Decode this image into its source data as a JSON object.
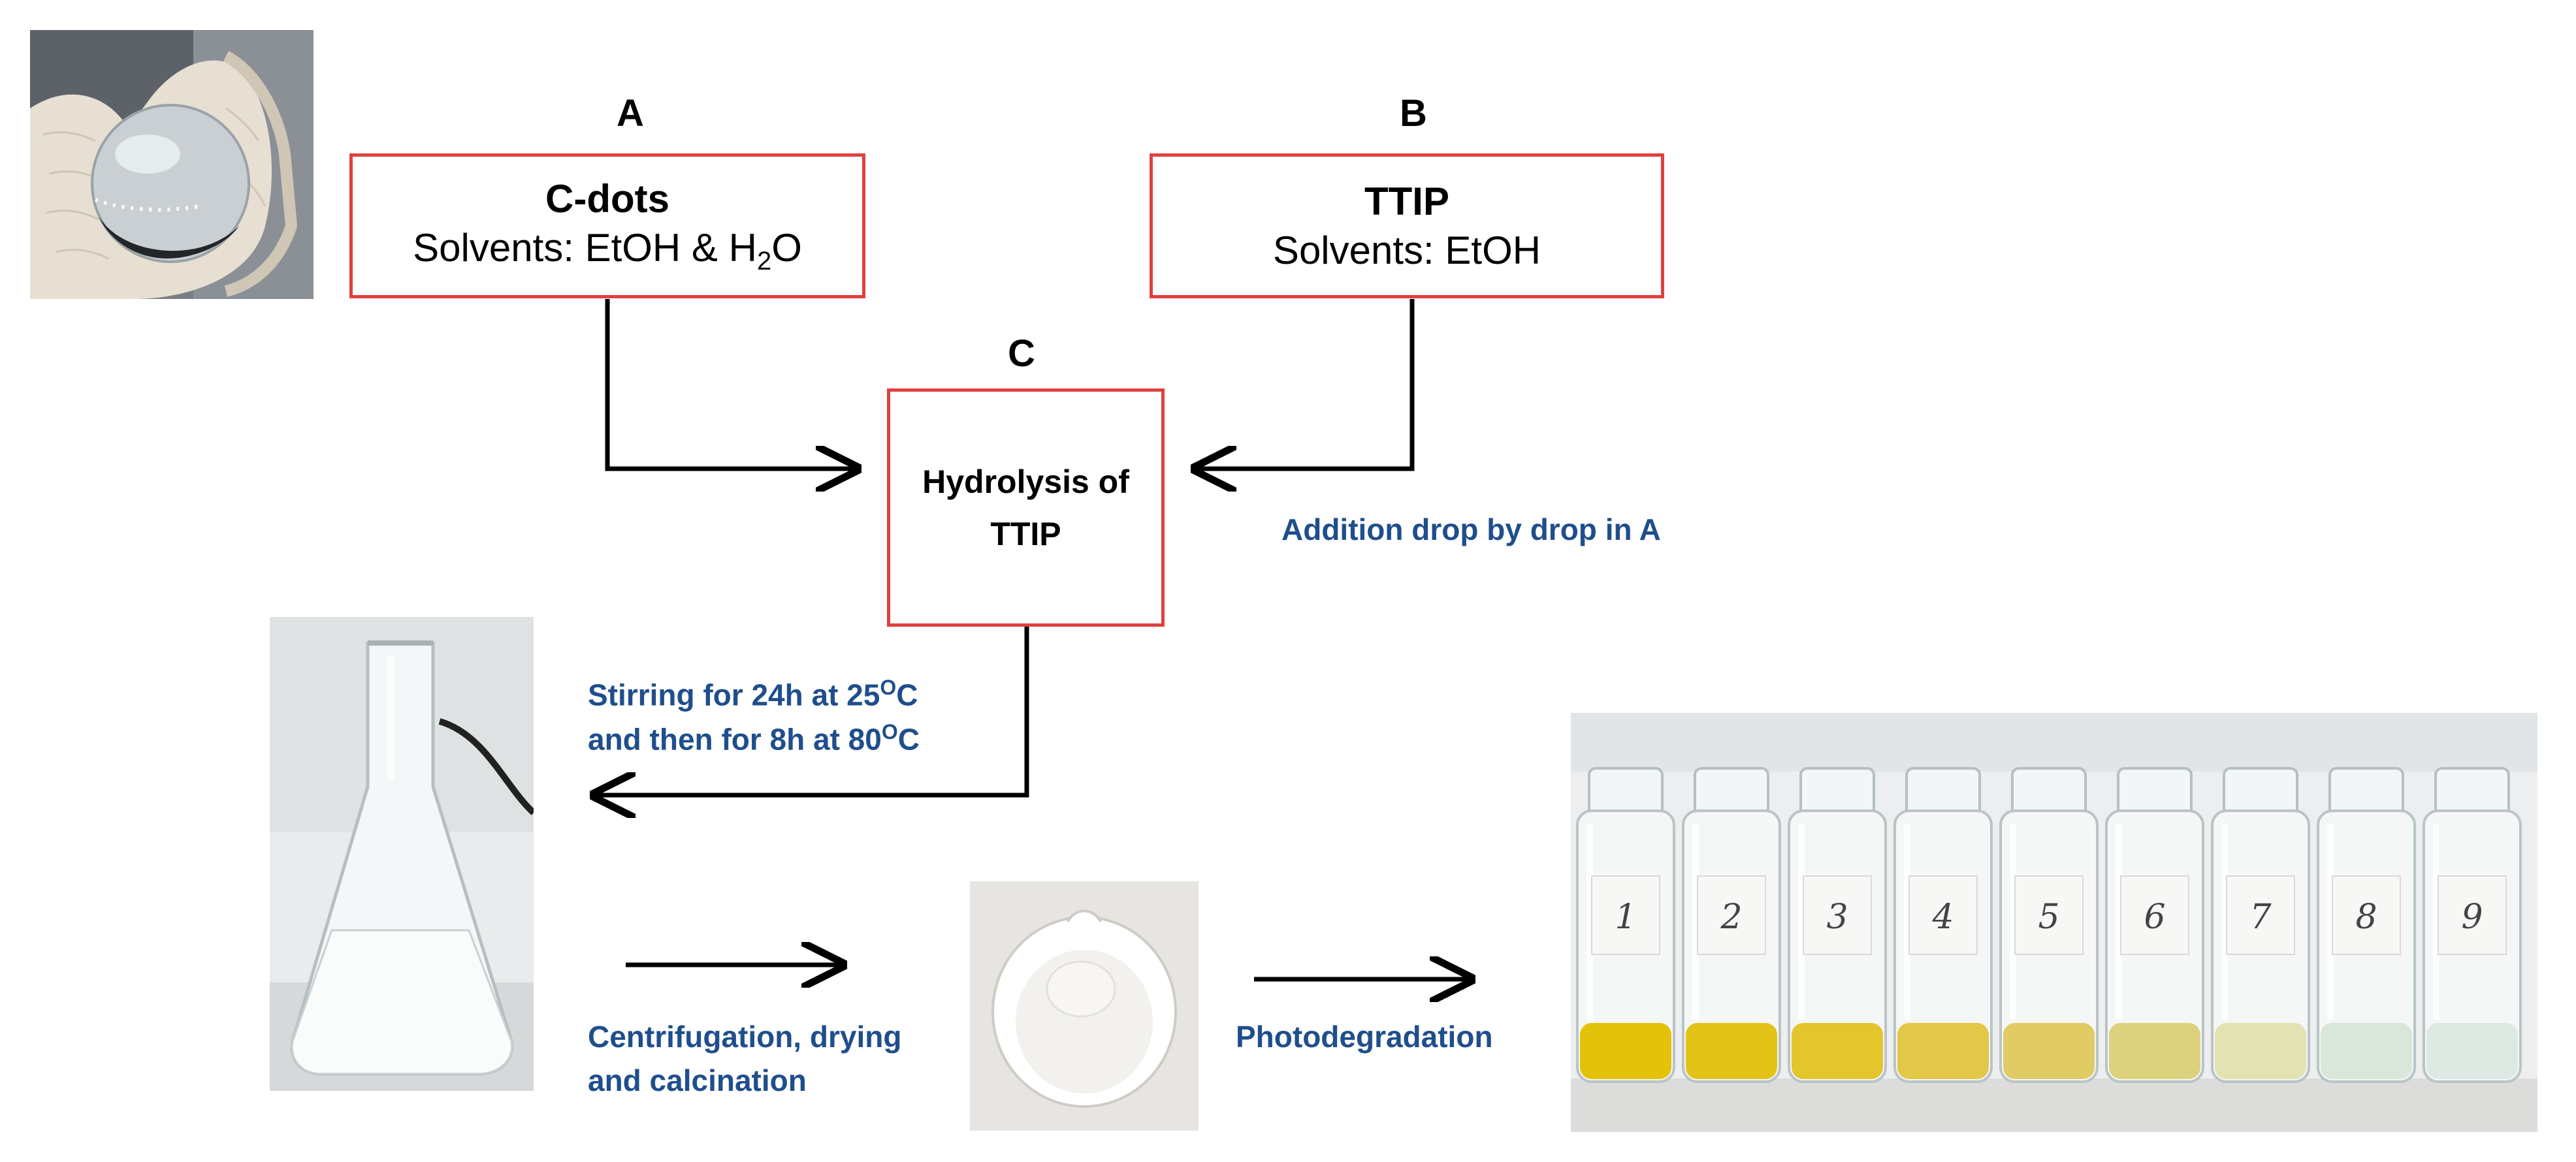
{
  "steps": {
    "a": {
      "letter": "A",
      "line1": "C-dots",
      "line2_pre": "Solvents: EtOH & H",
      "line2_sub": "2",
      "line2_post": "O"
    },
    "b": {
      "letter": "B",
      "line1": "TTIP",
      "line2": "Solvents: EtOH"
    },
    "c": {
      "letter": "C",
      "line1": "Hydrolysis of",
      "line2": "TTIP"
    }
  },
  "annotations": {
    "addition": "Addition drop by drop in A",
    "stirring_1_pre": "Stirring for 24h at 25",
    "stirring_1_sup": "O",
    "stirring_1_post": "C",
    "stirring_2_pre": "and then for 8h at 80",
    "stirring_2_sup": "O",
    "stirring_2_post": "C",
    "centrifugation_1": "Centrifugation, drying",
    "centrifugation_2": "and calcination",
    "photodegradation": "Photodegradation"
  },
  "vials": {
    "labels": [
      "1",
      "2",
      "3",
      "4",
      "5",
      "6",
      "7",
      "8",
      "9"
    ],
    "liquid_colors": [
      "#e3c20a",
      "#e4c318",
      "#e3c52c",
      "#e2c748",
      "#e0cb64",
      "#dcd27e",
      "#e2e2b2",
      "#d9e6da",
      "#dde9e2"
    ]
  },
  "colors": {
    "box_border": "#e04040",
    "annotation_text": "#1f4e8c",
    "arrow": "#000000"
  }
}
